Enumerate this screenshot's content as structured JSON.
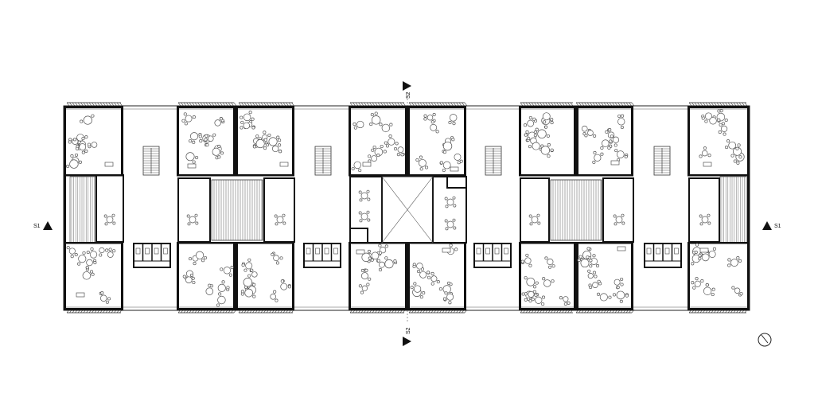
{
  "section_markers": {
    "s1_left": "S1",
    "s1_right": "S1",
    "s2_top": "S2",
    "s2_bottom": "S2"
  },
  "symbols": {
    "section_arrow": "filled-triangle",
    "north_arrow": "north-arrow-icon"
  },
  "colors": {
    "ink": "#111111",
    "paper": "#ffffff"
  }
}
